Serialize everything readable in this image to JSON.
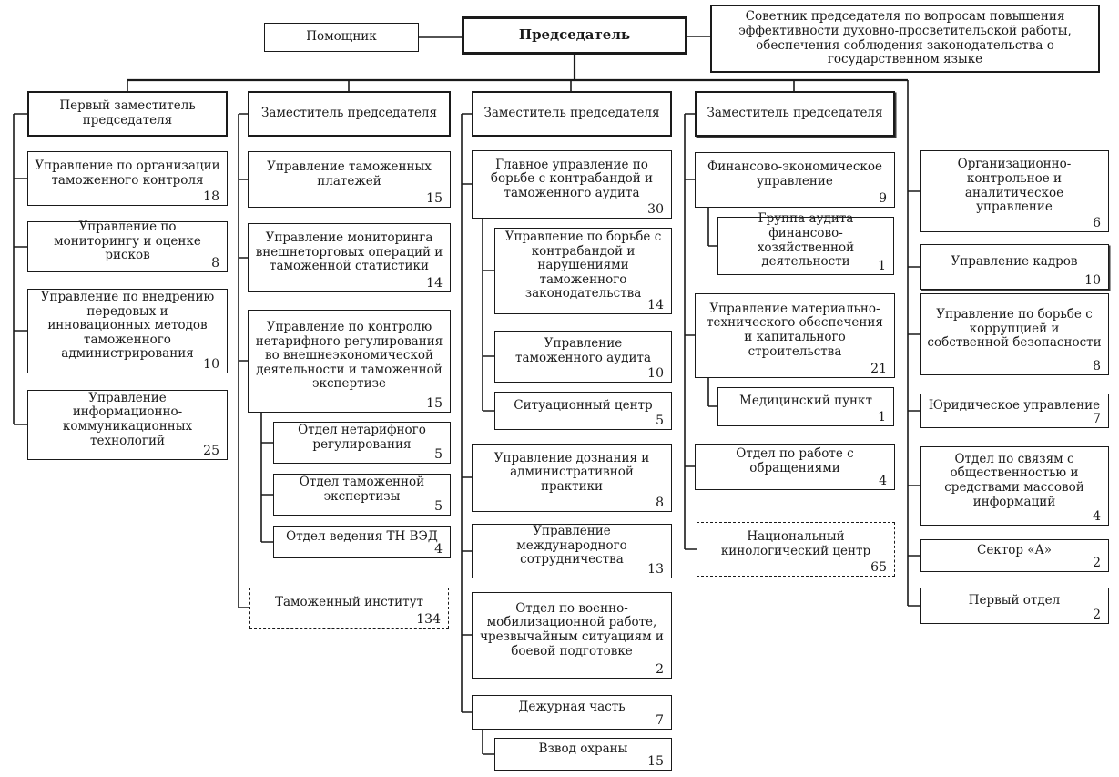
{
  "colors": {
    "line": "#1a1a1a",
    "background": "#ffffff"
  },
  "top": {
    "assistant": {
      "label": "Помощник"
    },
    "chairman": {
      "label": "Председатель"
    },
    "advisor": {
      "label": "Советник председателя по вопросам повышения эффективности духовно-просветительской работы, обеспечения соблюдения законодательства о государственном языке"
    }
  },
  "columns": [
    {
      "header": "Первый заместитель председателя",
      "boxes": [
        {
          "label": "Управление по организации таможенного контроля",
          "count": "18"
        },
        {
          "label": "Управление по мониторингу и оценке рисков",
          "count": "8"
        },
        {
          "label": "Управление по внедрению передовых и инновационных методов таможенного администрирования",
          "count": "10"
        },
        {
          "label": "Управление информационно-коммуникационных технологий",
          "count": "25"
        }
      ]
    },
    {
      "header": "Заместитель председателя",
      "boxes": [
        {
          "label": "Управление таможенных платежей",
          "count": "15"
        },
        {
          "label": "Управление мониторинга внешнеторговых операций и таможенной статистики",
          "count": "14"
        },
        {
          "label": "Управление по контролю нетарифного регулирования во внешнеэкономической деятельности и таможенной экспертизе",
          "count": "15"
        },
        {
          "label": "Отдел нетарифного регулирования",
          "count": "5"
        },
        {
          "label": "Отдел таможенной экспертизы",
          "count": "5"
        },
        {
          "label": "Отдел ведения ТН ВЭД",
          "count": "4"
        },
        {
          "label": "Таможенный институт",
          "count": "134"
        }
      ]
    },
    {
      "header": "Заместитель председателя",
      "boxes": [
        {
          "label": "Главное управление по борьбе с контрабандой и таможенного аудита",
          "count": "30"
        },
        {
          "label": "Управление по борьбе с контрабандой и нарушениями таможенного законодательства",
          "count": "14"
        },
        {
          "label": "Управление таможенного аудита",
          "count": "10"
        },
        {
          "label": "Ситуационный центр",
          "count": "5"
        },
        {
          "label": "Управление дознания и административной практики",
          "count": "8"
        },
        {
          "label": "Управление международного сотрудничества",
          "count": "13"
        },
        {
          "label": "Отдел по военно-мобилизационной работе, чрезвычайным ситуациям и боевой подготовке",
          "count": "2"
        },
        {
          "label": "Дежурная часть",
          "count": "7"
        },
        {
          "label": "Взвод охраны",
          "count": "15"
        }
      ]
    },
    {
      "header": "Заместитель председателя",
      "boxes": [
        {
          "label": "Финансово-экономическое управление",
          "count": "9"
        },
        {
          "label": "Группа аудита финансово-хозяйственной деятельности",
          "count": "1"
        },
        {
          "label": "Управление материально-технического обеспечения и капитального строительства",
          "count": "21"
        },
        {
          "label": "Медицинский пункт",
          "count": "1"
        },
        {
          "label": "Отдел по работе с обращениями",
          "count": "4"
        },
        {
          "label": "Национальный кинологический центр",
          "count": "65"
        }
      ]
    },
    {
      "header": "",
      "boxes": [
        {
          "label": "Организационно-контрольное и аналитическое управление",
          "count": "6"
        },
        {
          "label": "Управление кадров",
          "count": "10"
        },
        {
          "label": "Управление по борьбе с коррупцией и собственной безопасности",
          "count": "8"
        },
        {
          "label": "Юридическое управление",
          "count": "7"
        },
        {
          "label": "Отдел по связям с общественностью и средствами массовой информаций",
          "count": "4"
        },
        {
          "label": "Сектор «А»",
          "count": "2"
        },
        {
          "label": "Первый отдел",
          "count": "2"
        }
      ]
    }
  ]
}
